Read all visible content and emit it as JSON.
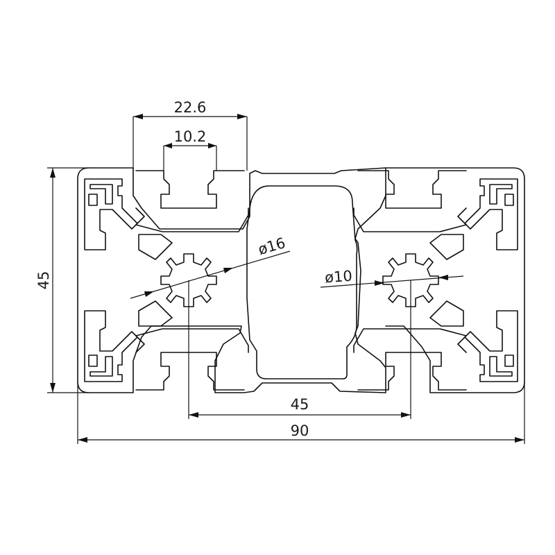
{
  "drawing": {
    "title": "",
    "line_color": "#111111",
    "background": "#ffffff"
  },
  "dimensions": {
    "slot_opening_outer": "22.6",
    "slot_opening_inner": "10.2",
    "height": "45",
    "center_distance": "45",
    "width": "90",
    "bore_outer": "ø16",
    "bore_inner": "ø10"
  }
}
